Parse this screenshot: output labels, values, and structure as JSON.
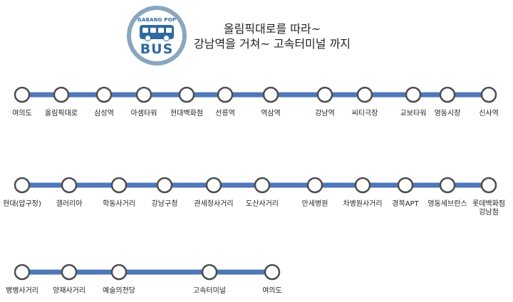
{
  "logo": {
    "brand": "GABANG POP",
    "word": "BUS",
    "icon": "bus-icon",
    "colors": {
      "ring": "#8aa6bf",
      "main": "#2f6aa0"
    }
  },
  "heading": {
    "line1": "올림픽대로를  따라~",
    "line2": "강남역을 거쳐~ 고속터미널 까지"
  },
  "colors": {
    "line": "#4f77b8",
    "station_fill": "#ffffff",
    "station_stroke": "#4d4d4d"
  },
  "routes": [
    {
      "stations": [
        "여의도",
        "올림픽대로",
        "삼성역",
        "아셈타워",
        "현대백화점",
        "선릉역",
        "역삼역",
        "강남역",
        "씨티극장",
        "교보타워",
        "영동시장",
        "신사역"
      ]
    },
    {
      "stations": [
        "현대(압구정)",
        "갤러리아",
        "학동사거리",
        "강남구청",
        "관세청사거리",
        "도산사거리",
        "안세병원",
        "차병원사거리",
        "경복APT",
        "영동세브란스",
        "롯데백화점\n강남점"
      ]
    },
    {
      "stations": [
        "뱅뱅사거리",
        "양재사거리",
        "예술의전당",
        "고속터미널",
        "여의도"
      ]
    }
  ]
}
